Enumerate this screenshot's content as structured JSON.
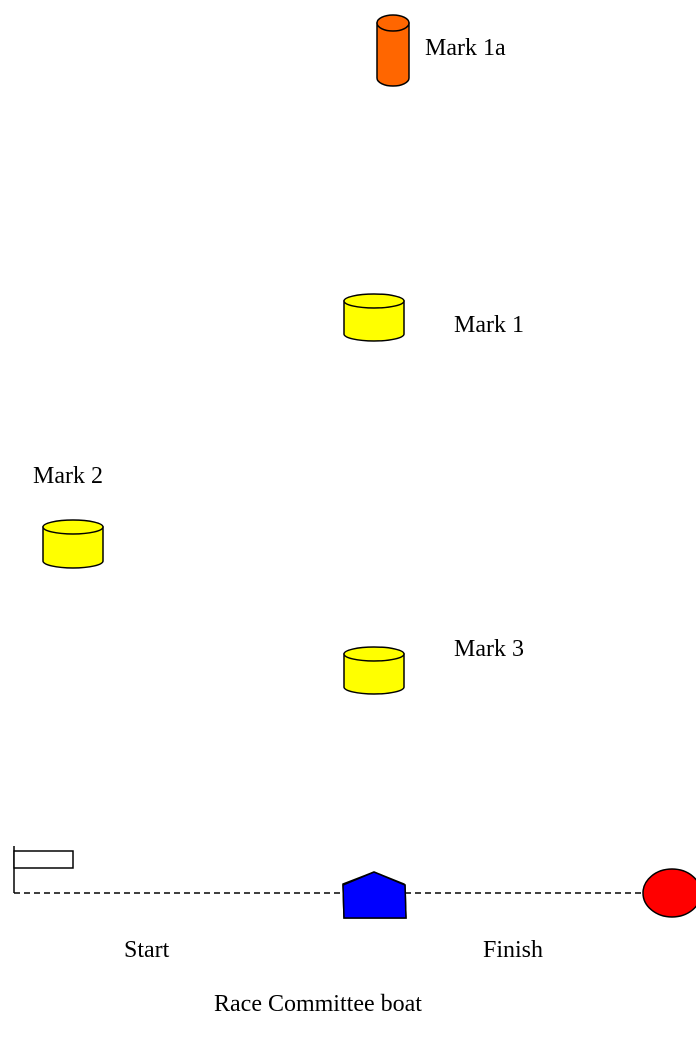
{
  "marks": {
    "mark_1a": {
      "label": "Mark 1a",
      "color": "#ff6600",
      "shape": "tall cylinder buoy"
    },
    "mark_1": {
      "label": "Mark 1",
      "color": "#ffff00",
      "shape": "short cylinder buoy"
    },
    "mark_2": {
      "label": "Mark 2",
      "color": "#ffff00",
      "shape": "short cylinder buoy"
    },
    "mark_3": {
      "label": "Mark 3",
      "color": "#ffff00",
      "shape": "short cylinder buoy"
    }
  },
  "start": {
    "label": "Start",
    "marker": "flag-icon"
  },
  "finish": {
    "label": "Finish",
    "marker": "red-ball-icon",
    "color": "#ff0000"
  },
  "committee_boat": {
    "label": "Race Committee boat",
    "color": "#0000ff",
    "icon": "boat-icon"
  },
  "line_style": "dashed"
}
